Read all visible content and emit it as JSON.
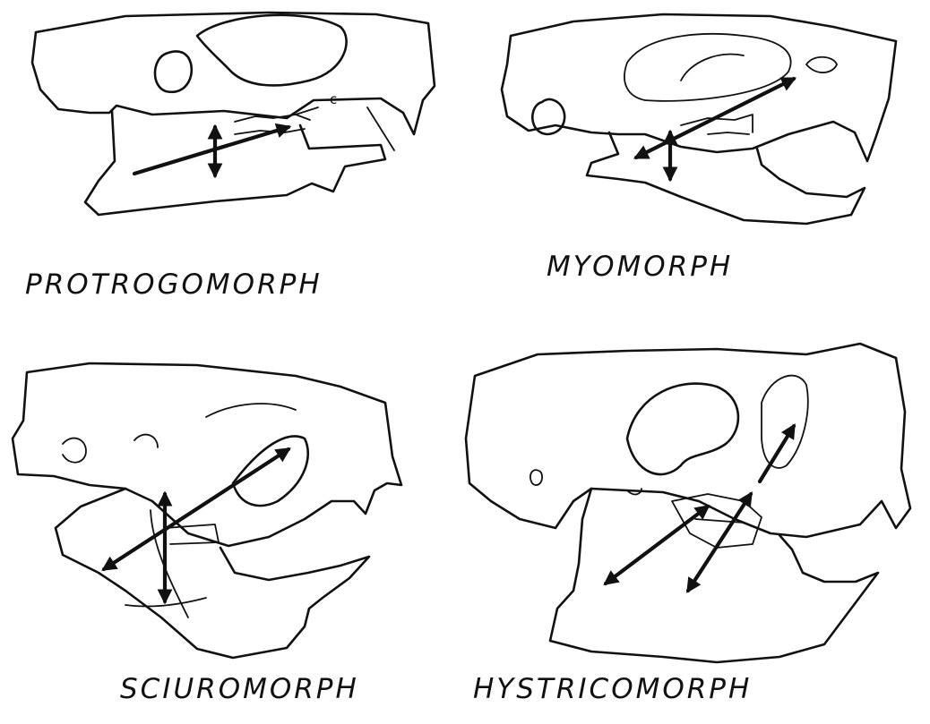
{
  "figure": {
    "panels": [
      {
        "id": "protrogomorph",
        "label": "PROTROGOMORPH",
        "annotation": "c"
      },
      {
        "id": "myomorph",
        "label": "MYOMORPH"
      },
      {
        "id": "sciuromorph",
        "label": "SCIUROMORPH"
      },
      {
        "id": "hystricomorph",
        "label": "HYSTRICOMORPH"
      }
    ]
  }
}
